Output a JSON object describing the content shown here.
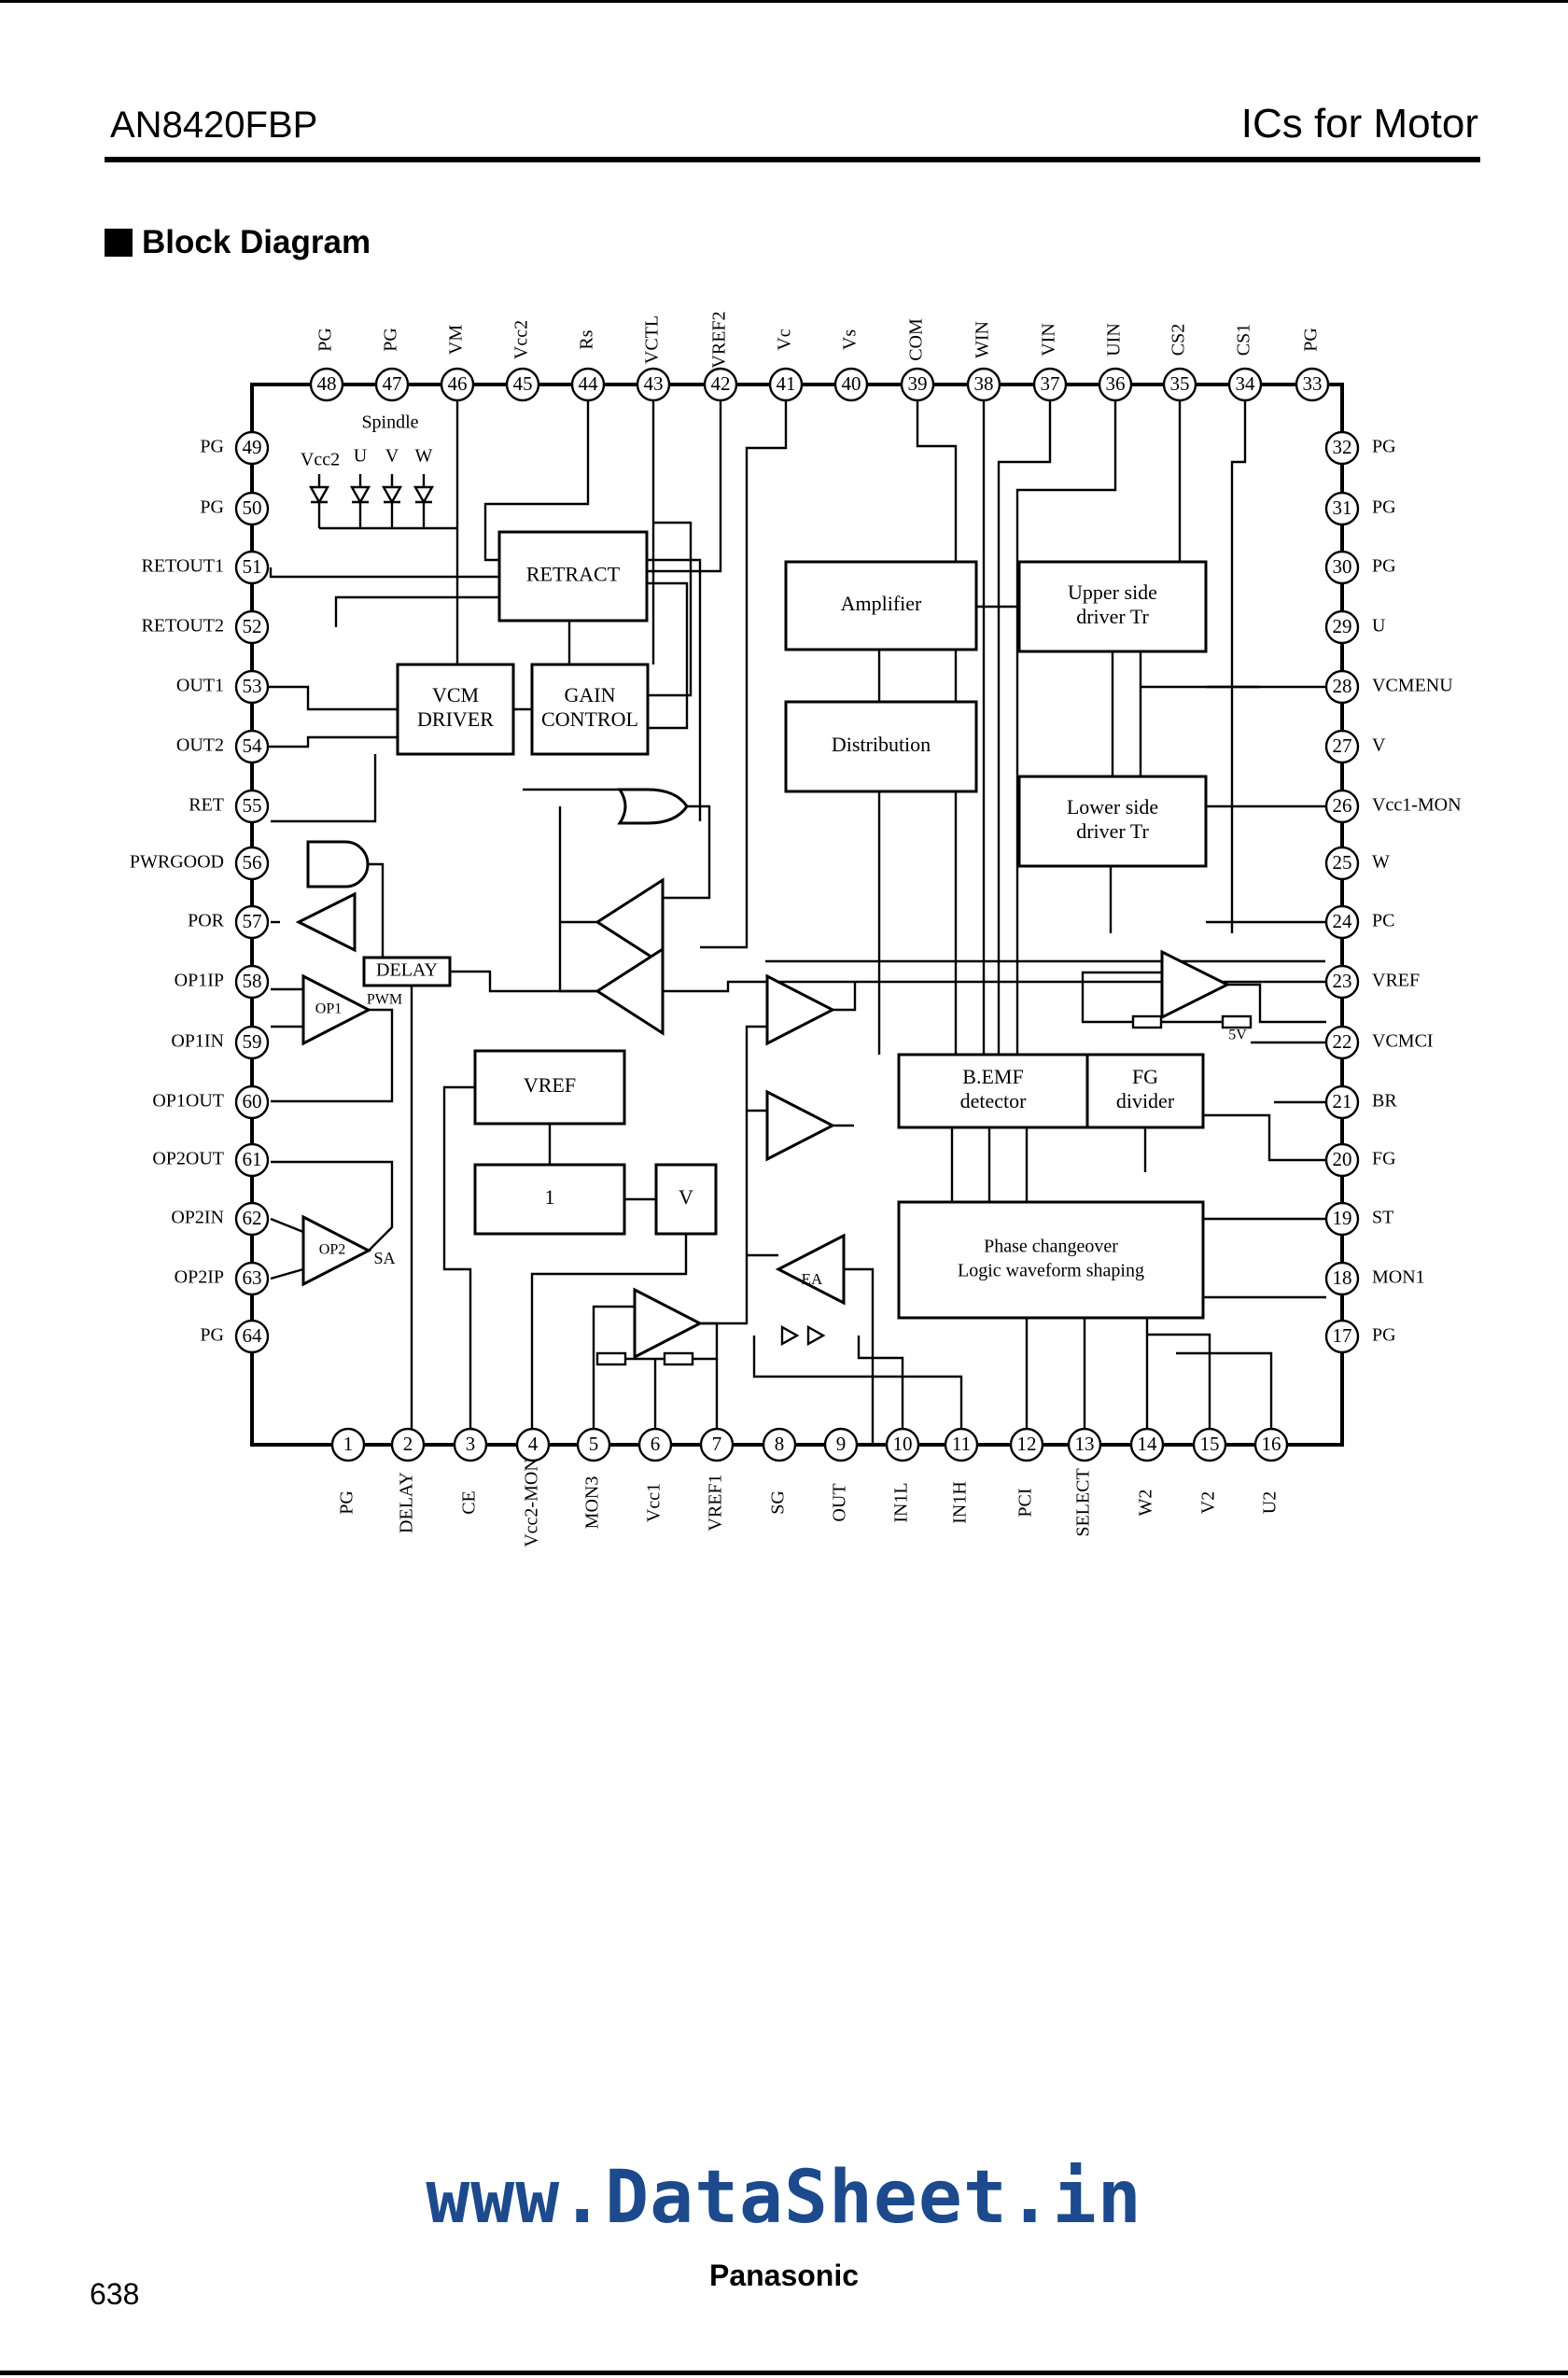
{
  "header": {
    "part_number": "AN8420FBP",
    "category": "ICs for Motor"
  },
  "section_title": "Block Diagram",
  "diagram": {
    "pins_top": [
      {
        "num": "48",
        "name": "PG"
      },
      {
        "num": "47",
        "name": "PG"
      },
      {
        "num": "46",
        "name": "VM"
      },
      {
        "num": "45",
        "name": "Vcc2"
      },
      {
        "num": "44",
        "name": "Rs"
      },
      {
        "num": "43",
        "name": "VCTL"
      },
      {
        "num": "42",
        "name": "VREF2"
      },
      {
        "num": "41",
        "name": "Vc"
      },
      {
        "num": "40",
        "name": "Vs"
      },
      {
        "num": "39",
        "name": "COM"
      },
      {
        "num": "38",
        "name": "WIN"
      },
      {
        "num": "37",
        "name": "VIN"
      },
      {
        "num": "36",
        "name": "UIN"
      },
      {
        "num": "35",
        "name": "CS2"
      },
      {
        "num": "34",
        "name": "CS1"
      },
      {
        "num": "33",
        "name": "PG"
      }
    ],
    "pins_left": [
      {
        "num": "49",
        "name": "PG"
      },
      {
        "num": "50",
        "name": "PG"
      },
      {
        "num": "51",
        "name": "RETOUT1"
      },
      {
        "num": "52",
        "name": "RETOUT2"
      },
      {
        "num": "53",
        "name": "OUT1"
      },
      {
        "num": "54",
        "name": "OUT2"
      },
      {
        "num": "55",
        "name": "RET"
      },
      {
        "num": "56",
        "name": "PWRGOOD"
      },
      {
        "num": "57",
        "name": "POR"
      },
      {
        "num": "58",
        "name": "OP1IP"
      },
      {
        "num": "59",
        "name": "OP1IN"
      },
      {
        "num": "60",
        "name": "OP1OUT"
      },
      {
        "num": "61",
        "name": "OP2OUT"
      },
      {
        "num": "62",
        "name": "OP2IN"
      },
      {
        "num": "63",
        "name": "OP2IP"
      },
      {
        "num": "64",
        "name": "PG"
      }
    ],
    "pins_right": [
      {
        "num": "32",
        "name": "PG"
      },
      {
        "num": "31",
        "name": "PG"
      },
      {
        "num": "30",
        "name": "PG"
      },
      {
        "num": "29",
        "name": "U"
      },
      {
        "num": "28",
        "name": "VCMENU"
      },
      {
        "num": "27",
        "name": "V"
      },
      {
        "num": "26",
        "name": "Vcc1-MON"
      },
      {
        "num": "25",
        "name": "W"
      },
      {
        "num": "24",
        "name": "PC"
      },
      {
        "num": "23",
        "name": "VREF"
      },
      {
        "num": "22",
        "name": "VCMCI"
      },
      {
        "num": "21",
        "name": "BR"
      },
      {
        "num": "20",
        "name": "FG"
      },
      {
        "num": "19",
        "name": "ST"
      },
      {
        "num": "18",
        "name": "MON1"
      },
      {
        "num": "17",
        "name": "PG"
      }
    ],
    "pins_bottom": [
      {
        "num": "1",
        "name": "PG"
      },
      {
        "num": "2",
        "name": "DELAY"
      },
      {
        "num": "3",
        "name": "CE"
      },
      {
        "num": "4",
        "name": "Vcc2-MON"
      },
      {
        "num": "5",
        "name": "MON3"
      },
      {
        "num": "6",
        "name": "Vcc1"
      },
      {
        "num": "7",
        "name": "VREF1"
      },
      {
        "num": "8",
        "name": "SG"
      },
      {
        "num": "9",
        "name": "OUT"
      },
      {
        "num": "10",
        "name": "IN1L"
      },
      {
        "num": "11",
        "name": "IN1H"
      },
      {
        "num": "12",
        "name": "PCI"
      },
      {
        "num": "13",
        "name": "SELECT"
      },
      {
        "num": "14",
        "name": "W2"
      },
      {
        "num": "15",
        "name": "V2"
      },
      {
        "num": "16",
        "name": "U2"
      }
    ],
    "blocks": {
      "retract": "RETRACT",
      "vcm_driver_1": "VCM",
      "vcm_driver_2": "DRIVER",
      "gain_1": "GAIN",
      "gain_2": "CONTROL",
      "amplifier": "Amplifier",
      "distribution": "Distribution",
      "upper_1": "Upper side",
      "upper_2": "driver Tr",
      "lower_1": "Lower side",
      "lower_2": "driver Tr",
      "bemf_1": "B.EMF",
      "bemf_2": "detector",
      "fg_1": "FG",
      "fg_2": "divider",
      "phase_1": "Phase changeover",
      "phase_2": "Logic waveform shaping",
      "vref": "VREF",
      "one": "1",
      "v": "V",
      "delay": "DELAY"
    },
    "labels": {
      "spindle": "Spindle",
      "vcc2": "Vcc2",
      "u": "U",
      "v": "V",
      "w": "W",
      "op1": "OP1",
      "op2": "OP2",
      "pwm": "PWM",
      "sa": "SA",
      "ea": "EA",
      "five_v": "5V"
    }
  },
  "footer": {
    "watermark": "www.DataSheet.in",
    "brand": "Panasonic",
    "page_number": "638"
  }
}
